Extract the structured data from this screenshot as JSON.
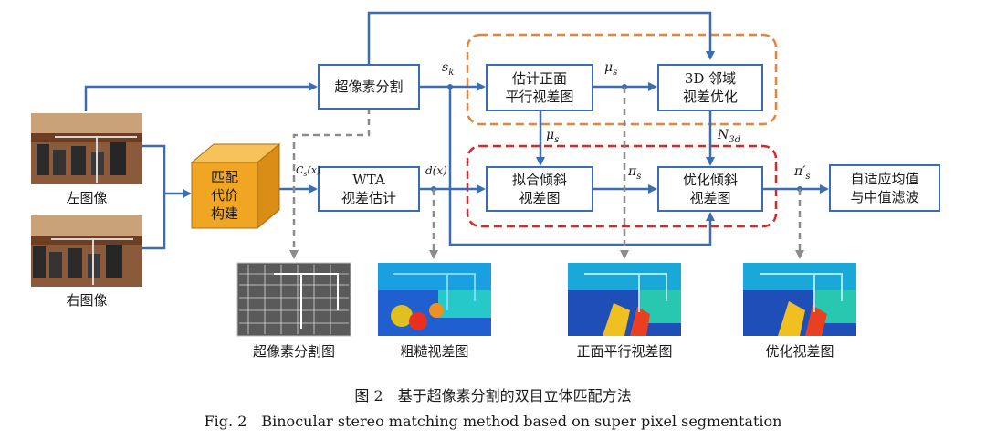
{
  "nodes": {
    "superpixel": "超像素分割",
    "fronto_line1": "估计正面",
    "fronto_line2": "平行视差图",
    "neigh_line1": "3D 邻域",
    "neigh_line2": "视差优化",
    "wta_line1": "WTA",
    "wta_line2": "视差估计",
    "fit_line1": "拟合倾斜",
    "fit_line2": "视差图",
    "optslant_line1": "优化倾斜",
    "optslant_line2": "视差图",
    "adaptive_line1": "自适应均值",
    "adaptive_line2": "与中值滤波",
    "cost_line1": "匹配",
    "cost_line2": "代价",
    "cost_line3": "构建"
  },
  "inputs": {
    "left": "左图像",
    "right": "右图像"
  },
  "symbols": {
    "s_k": "s",
    "s_k_sub": "k",
    "mu_s_top": "μ",
    "mu_s_top_sub": "s",
    "mu_s_mid": "μ",
    "mu_s_mid_sub": "s",
    "n3d": "N",
    "n3d_sub": "3d",
    "c_x": "C",
    "c_x_sub": "s",
    "c_x_tail": "(x)",
    "d_x": "d(x)",
    "pi_s": "π",
    "pi_s_sub": "s",
    "pi_s_prime": "π′",
    "pi_s_prime_sub": "s"
  },
  "thumbnails": {
    "superpixel_map": "超像素分割图",
    "coarse_disparity": "粗糙视差图",
    "fronto_disparity": "正面平行视差图",
    "optimized_disparity": "优化视差图"
  },
  "caption": {
    "zh": "图 2　基于超像素分割的双目立体匹配方法",
    "en": "Fig. 2　Binocular stereo matching method based on super pixel segmentation"
  },
  "colors": {
    "arrow_blue": "#3b6db5",
    "dashed_gray": "#8c8c8c",
    "orange_group": "#e8833a",
    "red_group": "#d42a2a",
    "cube_orange": "#f0a623"
  }
}
